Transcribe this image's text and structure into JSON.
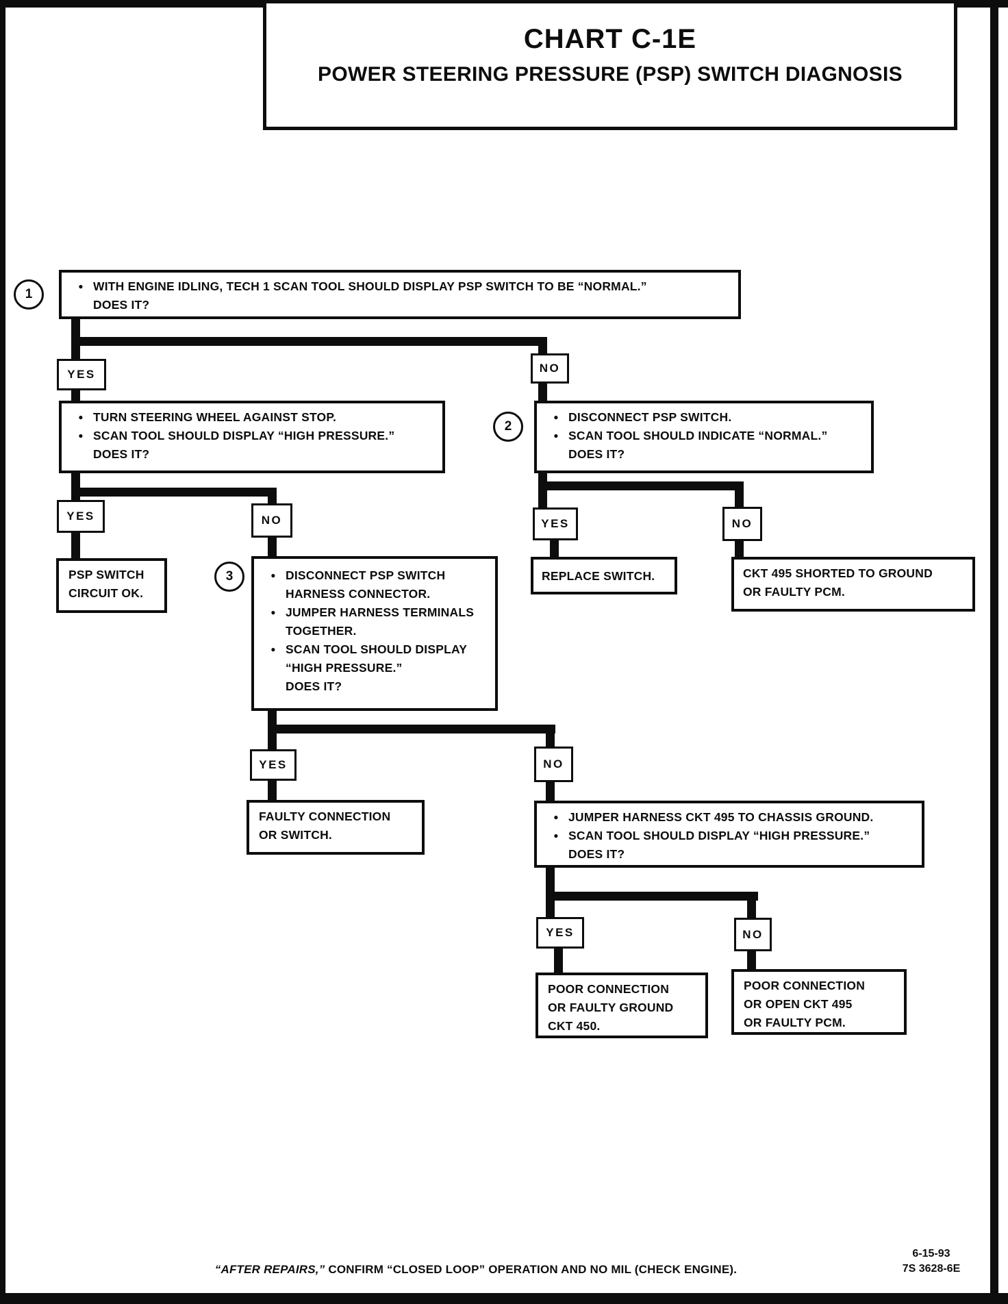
{
  "colors": {
    "ink": "#0d0d0d",
    "paper": "#ffffff"
  },
  "icons": {
    "bullet": "●"
  },
  "title": {
    "line1": "CHART C-1E",
    "line2": "POWER STEERING PRESSURE (PSP) SWITCH DIAGNOSIS"
  },
  "labels": {
    "yes": "YES",
    "no": "NO"
  },
  "steps": {
    "s1": {
      "num": "1",
      "b1": "WITH ENGINE IDLING, TECH 1 SCAN TOOL SHOULD DISPLAY PSP SWITCH TO BE “NORMAL.”",
      "c1": "DOES IT?"
    },
    "turn_wheel": {
      "b1": "TURN STEERING WHEEL AGAINST STOP.",
      "b2": "SCAN TOOL SHOULD DISPLAY “HIGH PRESSURE.”",
      "c1": "DOES IT?"
    },
    "s2": {
      "num": "2",
      "b1": "DISCONNECT PSP SWITCH.",
      "b2": "SCAN TOOL SHOULD INDICATE “NORMAL.”",
      "c1": "DOES IT?"
    },
    "psp_ok": {
      "l1": "PSP SWITCH",
      "l2": "CIRCUIT OK."
    },
    "s3": {
      "num": "3",
      "b1": "DISCONNECT PSP SWITCH",
      "b1c": "HARNESS CONNECTOR.",
      "b2": "JUMPER HARNESS TERMINALS",
      "b2c": "TOGETHER.",
      "b3": "SCAN TOOL SHOULD DISPLAY",
      "b3c": "“HIGH PRESSURE.”",
      "b3d": "DOES IT?"
    },
    "replace_switch": {
      "l1": "REPLACE SWITCH."
    },
    "ckt495_short": {
      "l1": "CKT 495 SHORTED TO GROUND",
      "l2": "OR FAULTY PCM."
    },
    "faulty_conn": {
      "l1": "FAULTY CONNECTION",
      "l2": "OR SWITCH."
    },
    "jumper_ckt495": {
      "b1": "JUMPER HARNESS CKT 495 TO CHASSIS GROUND.",
      "b2": "SCAN TOOL SHOULD DISPLAY “HIGH PRESSURE.”",
      "c1": "DOES IT?"
    },
    "poor_ground": {
      "l1": "POOR CONNECTION",
      "l2": "OR FAULTY GROUND",
      "l3": "CKT 450."
    },
    "poor_open": {
      "l1": "POOR CONNECTION",
      "l2": "OR OPEN CKT 495",
      "l3": "OR FAULTY PCM."
    }
  },
  "footer": {
    "note_italic": "“AFTER REPAIRS,”",
    "note_rest": " CONFIRM “CLOSED LOOP” OPERATION AND NO MIL (CHECK ENGINE).",
    "date": "6-15-93",
    "doc_number": "7S 3628-6E"
  }
}
